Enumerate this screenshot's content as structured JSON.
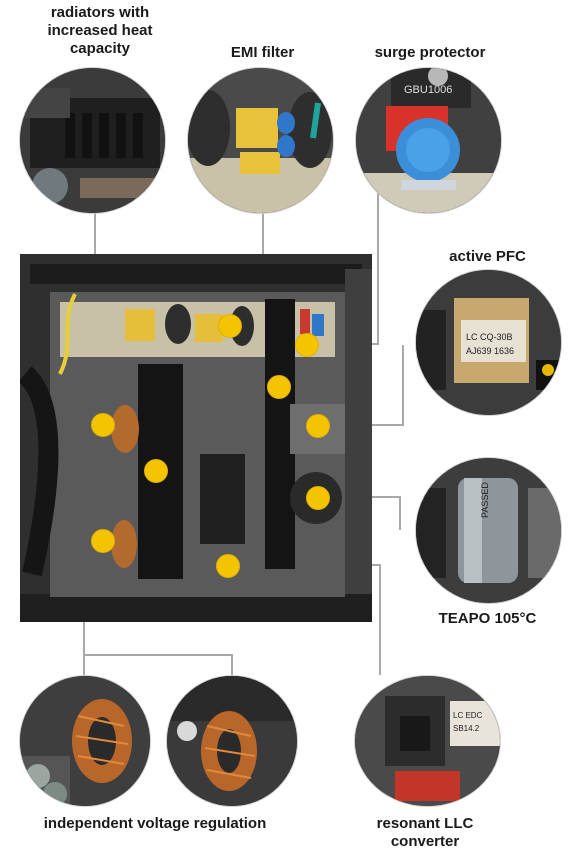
{
  "labels": {
    "radiators": "radiators with\nincreased heat\ncapacity",
    "emi": "EMI filter",
    "surge": "surge protector",
    "pfc": "active PFC",
    "teapo": "TEAPO 105°C",
    "voltage": "independent voltage regulation",
    "llc": "resonant LLC\nconverter"
  },
  "component_text": {
    "surge_marking": "GBU1006",
    "pfc_marking_1": "LC  CQ-30B",
    "pfc_marking_2": "AJ639  1636",
    "teapo_marking": "PASSED",
    "llc_marking_1": "LC EDC",
    "llc_marking_2": "SB14.2"
  },
  "colors": {
    "dot": "#f5c400",
    "line": "#a9a9a9",
    "board": "#3a3a3a"
  }
}
